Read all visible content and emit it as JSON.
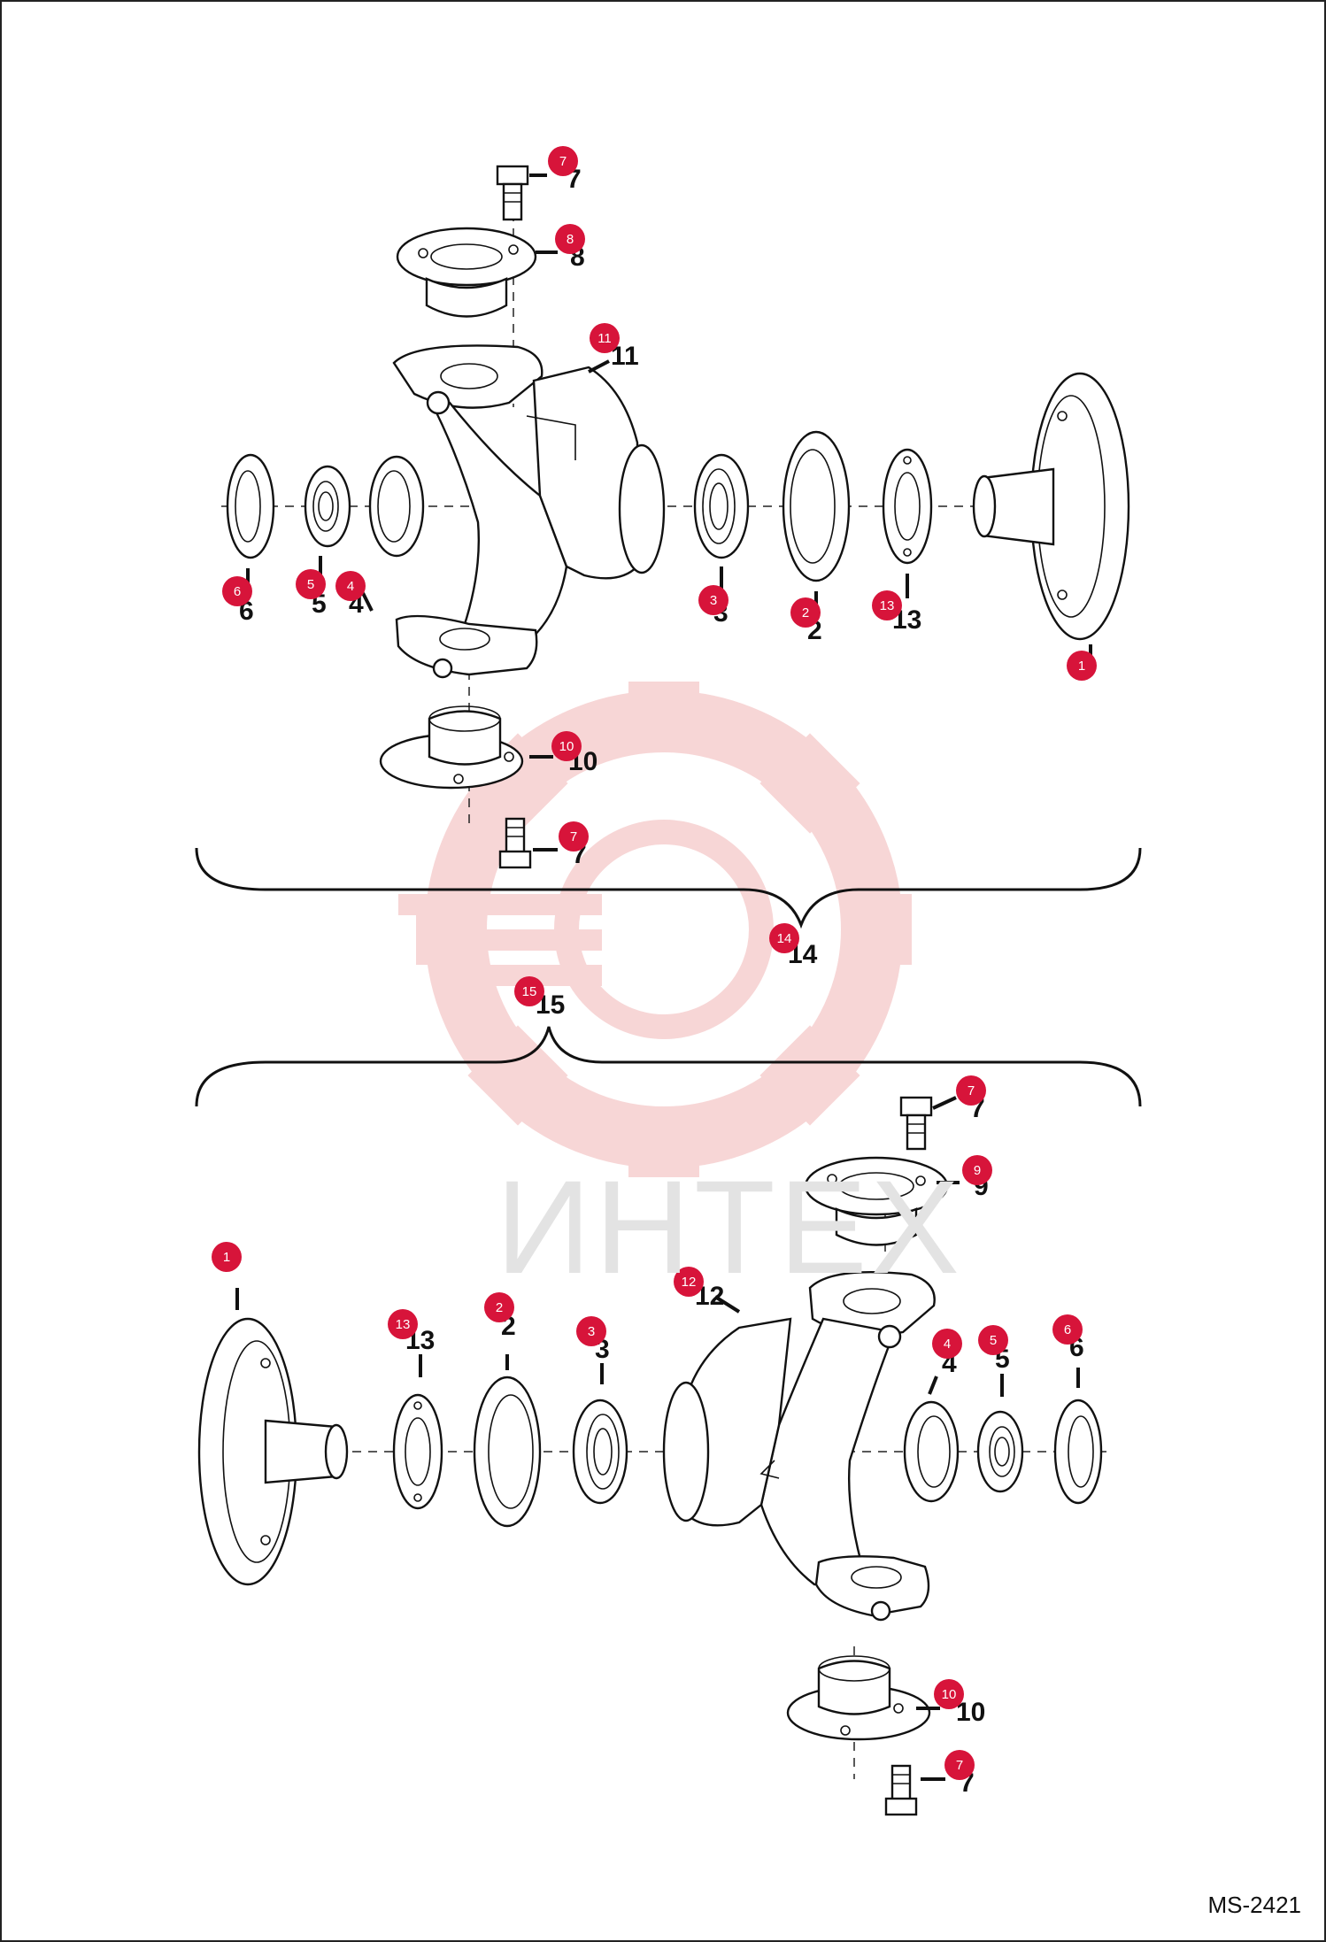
{
  "drawing_code": "MS-2421",
  "watermark": {
    "text": "ИНТЕХ",
    "color": "#e3e3e3",
    "gear_color": "#f6cfcf"
  },
  "badge_color": "#d7143a",
  "callouts": [
    {
      "n": "7"
    },
    {
      "n": "8"
    },
    {
      "n": "11"
    },
    {
      "n": "6"
    },
    {
      "n": "5"
    },
    {
      "n": "4"
    },
    {
      "n": "3"
    },
    {
      "n": "2"
    },
    {
      "n": "13"
    },
    {
      "n": "1"
    },
    {
      "n": "10"
    },
    {
      "n": "7"
    },
    {
      "n": "14"
    },
    {
      "n": "15"
    },
    {
      "n": "7"
    },
    {
      "n": "9"
    },
    {
      "n": "1"
    },
    {
      "n": "13"
    },
    {
      "n": "2"
    },
    {
      "n": "3"
    },
    {
      "n": "12"
    },
    {
      "n": "4"
    },
    {
      "n": "5"
    },
    {
      "n": "6"
    },
    {
      "n": "10"
    },
    {
      "n": "7"
    }
  ]
}
